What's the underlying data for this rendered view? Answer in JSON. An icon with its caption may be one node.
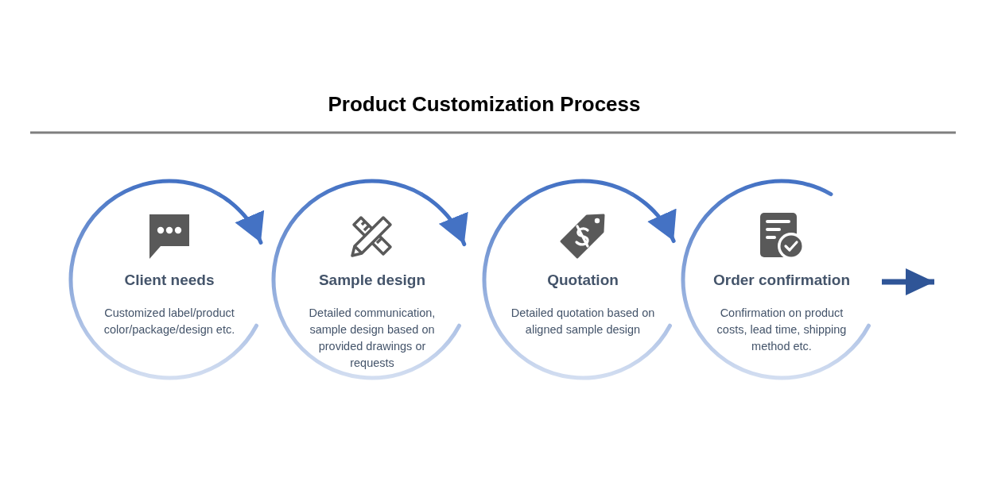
{
  "diagram": {
    "title": "Product Customization Process",
    "nodes": [
      {
        "text": [
          "Client needs",
          "Customized label/product color/package/design etc."
        ]
      },
      {
        "text": [
          "Sample design",
          "Detailed communication, sample design based on provided drawings or requests"
        ]
      },
      {
        "text": [
          "Quotation",
          "Detailed quotation based on aligned sample design"
        ]
      },
      {
        "text": [
          "Order confirmation",
          "Confirmation on product costs, lead time, shipping method etc."
        ]
      }
    ],
    "edges": [
      {
        "from": 0,
        "to": 1,
        "arrow": "to"
      },
      {
        "from": 1,
        "to": 2,
        "arrow": "to"
      },
      {
        "from": 2,
        "to": 3,
        "arrow": "to"
      },
      {
        "from": 3,
        "to": null,
        "arrow": "to",
        "color": "#2f5597"
      }
    ]
  }
}
